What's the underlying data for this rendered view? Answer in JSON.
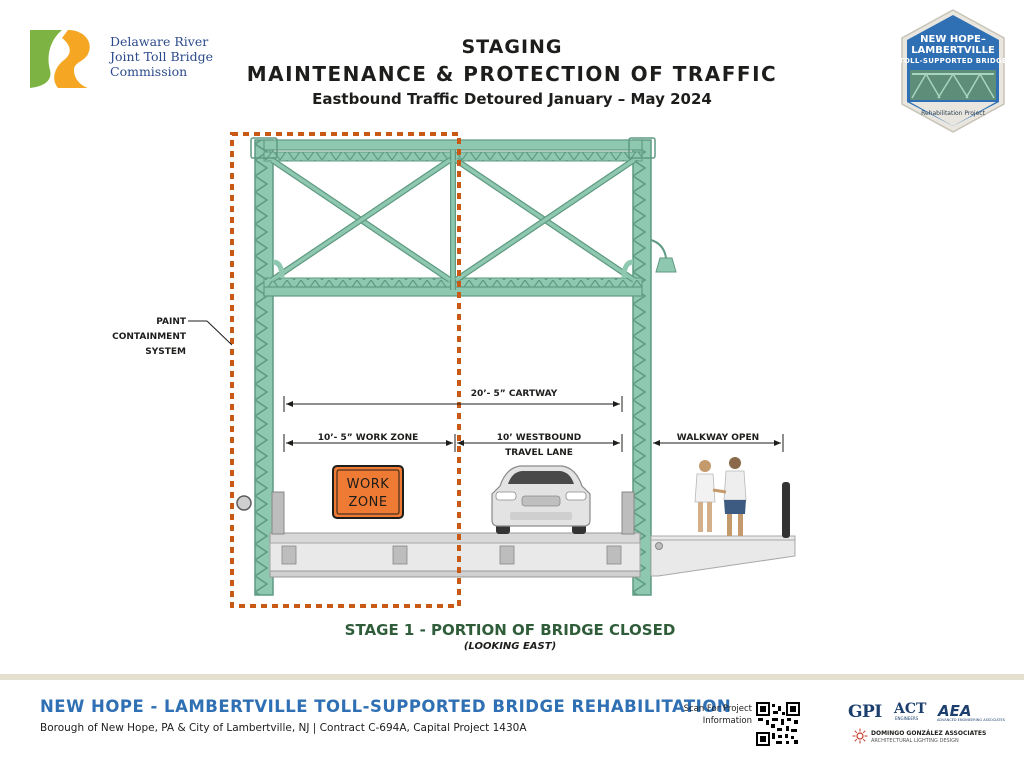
{
  "colors": {
    "steel": "#8fc8b0",
    "steel_dark": "#5f9a82",
    "containment": "#c85a16",
    "sign_orange": "#ee7a33",
    "title_green": "#2f5d3a",
    "footer_blue": "#2f6fb3",
    "logo_green": "#7cb342",
    "logo_orange": "#f5a623"
  },
  "header": {
    "org_name": [
      "Delaware River",
      "Joint Toll Bridge",
      "Commission"
    ],
    "title_line1": "STAGING",
    "title_line2": "MAINTENANCE & PROTECTION OF TRAFFIC",
    "title_line3": "Eastbound Traffic Detoured January – May 2024"
  },
  "badge": {
    "line1": "NEW HOPE–",
    "line2": "LAMBERTVILLE",
    "line3": "TOLL-SUPPORTED BRIDGE",
    "bottom": "Rehabilitation Project"
  },
  "diagram": {
    "paint_label": [
      "PAINT",
      "CONTAINMENT",
      "SYSTEM"
    ],
    "cartway": "20’- 5” CARTWAY",
    "work_zone_dim": "10’- 5” WORK ZONE",
    "westbound": [
      "10’ WESTBOUND",
      "TRAVEL LANE"
    ],
    "walkway": "WALKWAY OPEN",
    "sign": [
      "WORK",
      "ZONE"
    ]
  },
  "stage": {
    "title": "STAGE 1 - PORTION OF BRIDGE CLOSED",
    "subtitle": "(LOOKING EAST)"
  },
  "footer": {
    "title": "NEW HOPE - LAMBERTVILLE TOLL-SUPPORTED BRIDGE REHABILITATION",
    "subtitle": "Borough of New Hope, PA & City of Lambertville, NJ | Contract C-694A, Capital Project 1430A",
    "scan": [
      "Scan For Project",
      "Information"
    ],
    "logos": {
      "gpi": "GPI",
      "act": "ACT",
      "act_sub": "ENGINEERS",
      "aea": "AEA",
      "aea_sub": "ADVANCED ENGINEERING ASSOCIATES",
      "dga_name": "DOMINGO GONZÁLEZ ASSOCIATES",
      "dga_sub": "ARCHITECTURAL LIGHTING DESIGN"
    }
  }
}
